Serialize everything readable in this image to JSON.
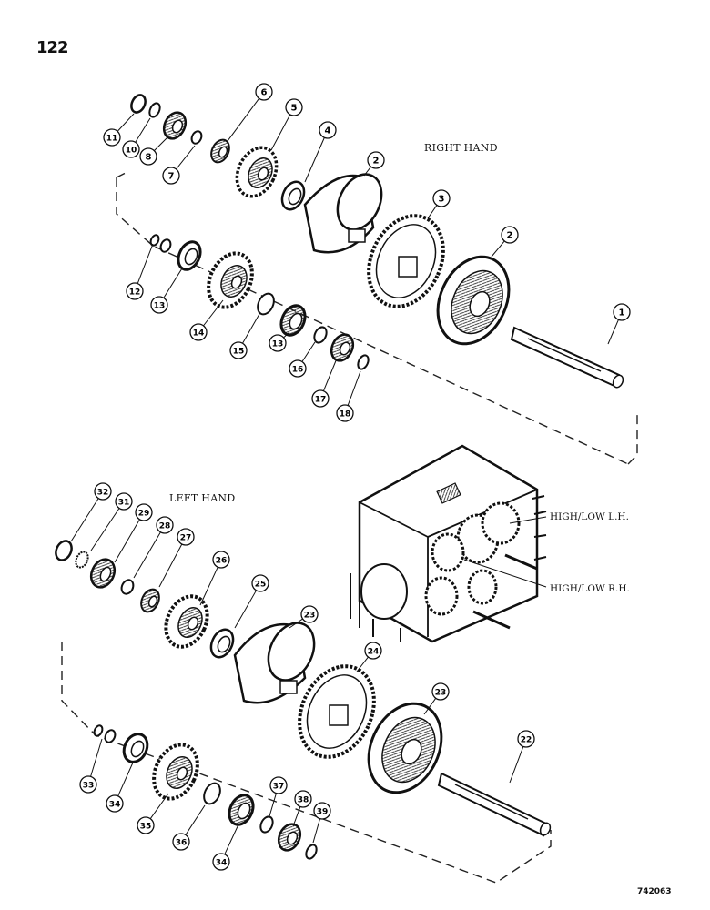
{
  "page_number": "122",
  "drawing_number": "742063",
  "groups": {
    "right_hand": "RIGHT HAND",
    "left_hand": "LEFT HAND"
  },
  "callouts": {
    "high_low_lh": "HIGH/LOW L.H.",
    "high_low_rh": "HIGH/LOW R.H."
  },
  "part_numbers": [
    "1",
    "2",
    "2",
    "3",
    "4",
    "5",
    "6",
    "7",
    "8",
    "10",
    "11",
    "12",
    "13",
    "13",
    "14",
    "15",
    "16",
    "17",
    "18",
    "22",
    "23",
    "23",
    "24",
    "25",
    "26",
    "27",
    "28",
    "29",
    "31",
    "32",
    "33",
    "34",
    "34",
    "35",
    "36",
    "37",
    "38",
    "39"
  ]
}
